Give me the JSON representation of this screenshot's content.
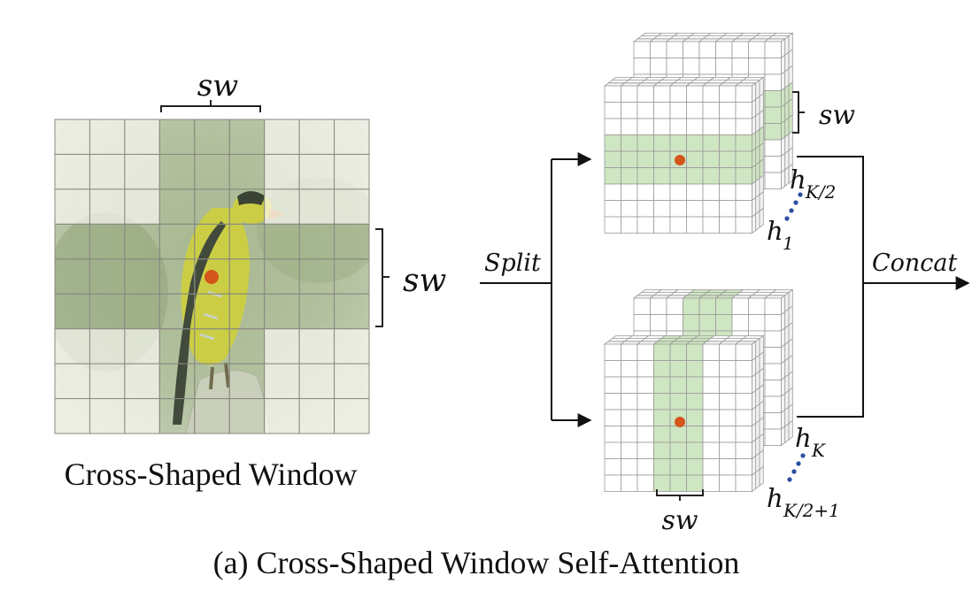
{
  "left_panel": {
    "caption": "Cross-Shaped Window",
    "sw_top": "sw",
    "sw_right": "sw",
    "grid": {
      "rows": 9,
      "cols": 9,
      "cross_cols": [
        3,
        4,
        5
      ],
      "cross_rows": [
        3,
        4,
        5
      ]
    }
  },
  "right_panel": {
    "split_label": "Split",
    "concat_label": "Concat",
    "sw_top": "sw",
    "sw_bottom": "sw",
    "top_heads": {
      "back": {
        "base": "h",
        "sub": "K/2"
      },
      "front": {
        "base": "h",
        "sub": "1"
      }
    },
    "bottom_heads": {
      "back": {
        "base": "h",
        "sub": "K"
      },
      "front": {
        "base": "h",
        "sub": "K/2+1"
      }
    }
  },
  "figure_caption": "(a) Cross-Shaped Window Self-Attention",
  "colors": {
    "window_green": "#cfe6c2",
    "grid_line": "#9a9a9a",
    "query_dot": "#d4561a",
    "ellipsis_dots": "#2a4fa0",
    "bird_yellow": "#e8e23a",
    "background_green": "#aab899"
  }
}
